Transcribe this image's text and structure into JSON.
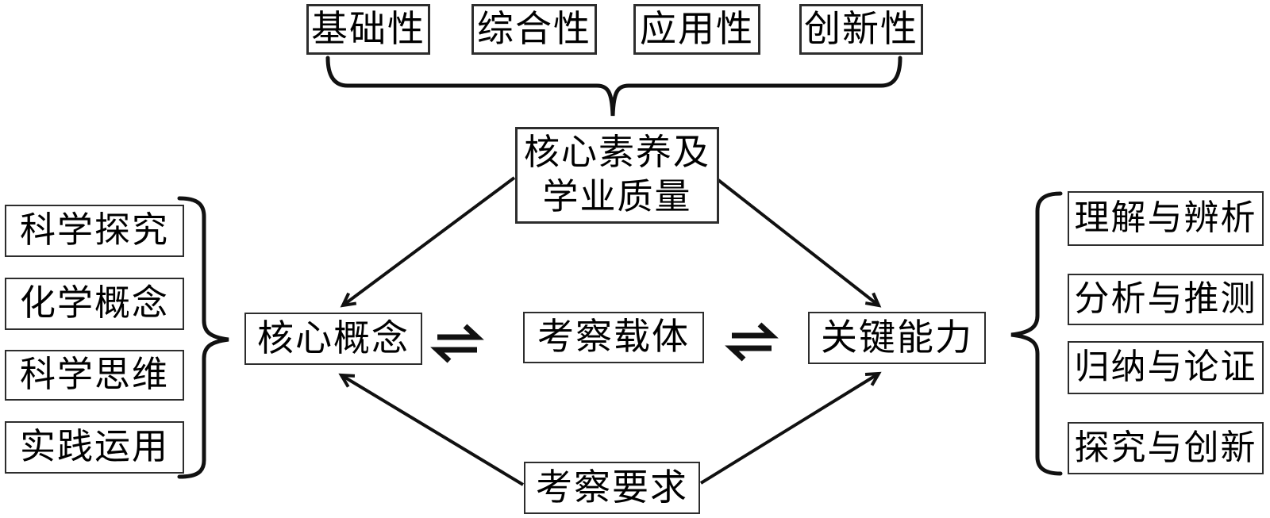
{
  "colors": {
    "background": "#ffffff",
    "line": "#111111",
    "box_border": "#2d2d2d",
    "text": "#000000"
  },
  "icons": {
    "equilibrium": "⇌"
  },
  "top_attributes": [
    "基础性",
    "综合性",
    "应用性",
    "创新性"
  ],
  "center_top_box": {
    "line1": "核心素养及",
    "line2": "学业质量"
  },
  "middle_row": {
    "left_box": "核心概念",
    "center_box": "考察载体",
    "right_box": "关键能力"
  },
  "bottom_box": {
    "label": "考察要求"
  },
  "left_group": {
    "items": [
      "科学探究",
      "化学概念",
      "科学思维",
      "实践运用"
    ]
  },
  "right_group": {
    "items": [
      "理解与辨析",
      "分析与推测",
      "归纳与论证",
      "探究与创新"
    ]
  }
}
